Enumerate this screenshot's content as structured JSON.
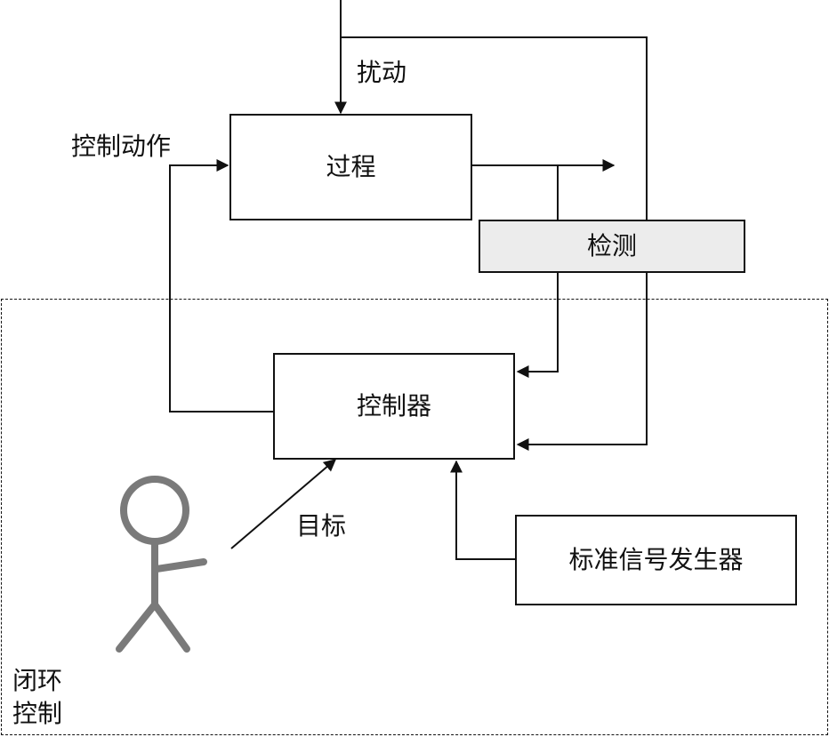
{
  "diagram": {
    "blocks": {
      "process": "过程",
      "detection": "检测",
      "controller": "控制器",
      "signal_generator": "标准信号发生器"
    },
    "labels": {
      "disturbance": "扰动",
      "control_action": "控制动作",
      "target": "目标",
      "closed_loop_line1": "闭环",
      "closed_loop_line2": "控制"
    },
    "colors": {
      "line": "#111111",
      "figure": "#7a7a7a",
      "detection_fill": "#ececec"
    }
  }
}
